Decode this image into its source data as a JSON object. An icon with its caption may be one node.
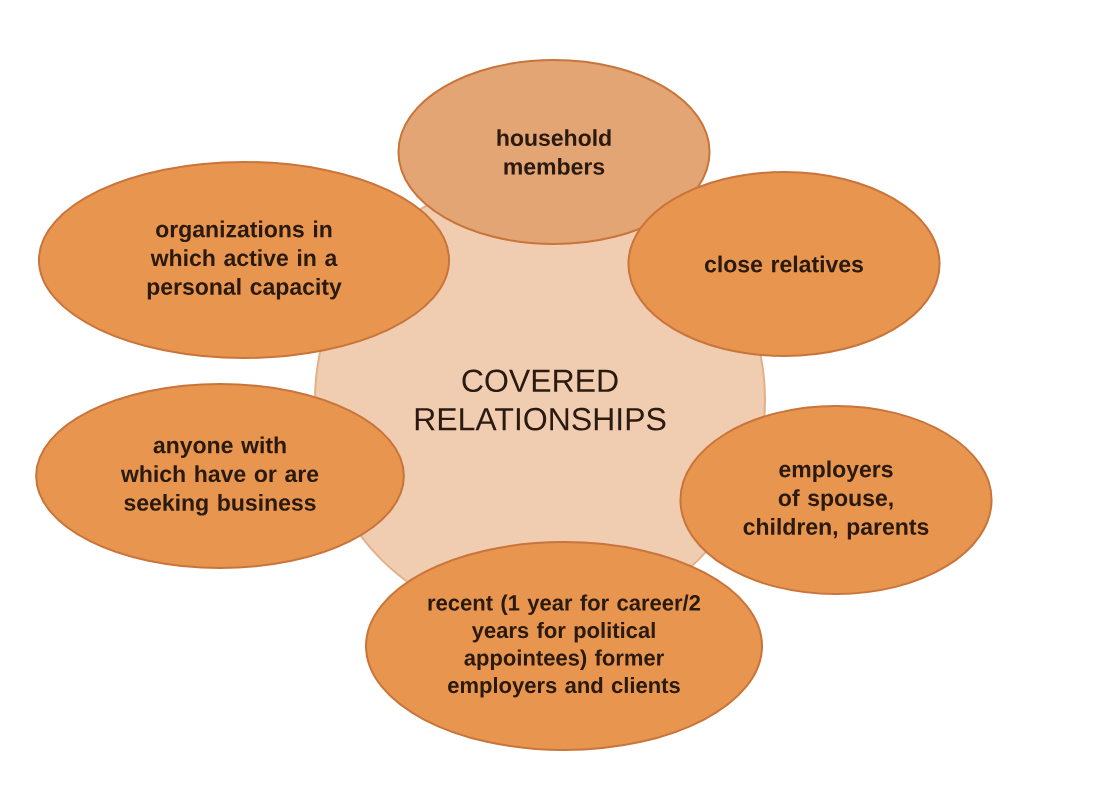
{
  "diagram": {
    "nodes": [
      {
        "text": [
          "COVERED RELATIONSHIPS"
        ]
      },
      {
        "text": [
          "household members"
        ]
      },
      {
        "text": [
          "close relatives"
        ]
      },
      {
        "text": [
          "employers of spouse, children, parents"
        ]
      },
      {
        "text": [
          "recent (1 year for career/2 years for political appointees) former employers and clients"
        ]
      },
      {
        "text": [
          "anyone with which have or are seeking business"
        ]
      },
      {
        "text": [
          "organizations in which active in a personal capacity"
        ]
      }
    ]
  }
}
